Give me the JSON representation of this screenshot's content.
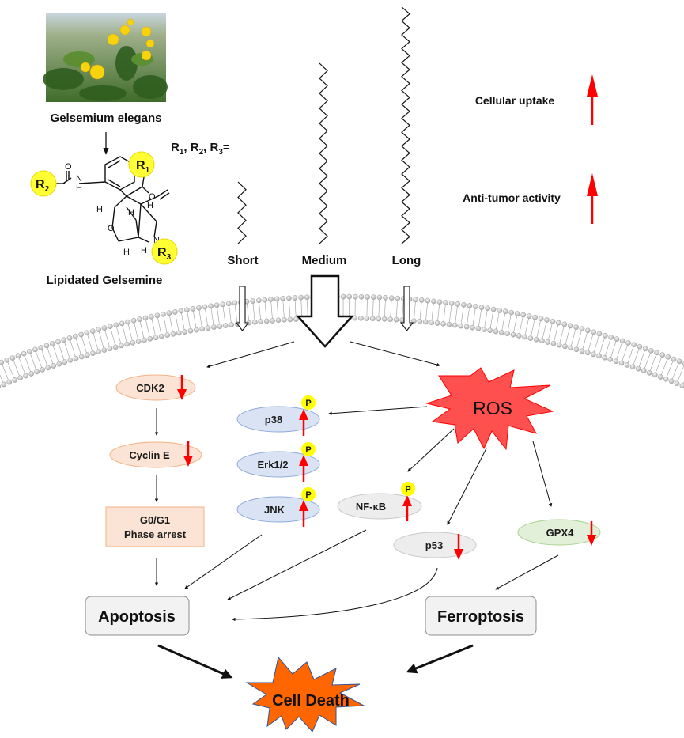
{
  "source": {
    "plant_name": "Gelsemium elegans",
    "compound_name": "Lipidated Gelsemine",
    "r_groups_label": "R1, R2, R3=",
    "r_badges": [
      "R1",
      "R2",
      "R3"
    ],
    "atoms": {
      "N": "N",
      "O": "O",
      "H": "H",
      "NH_N": "N",
      "NH_H": "H"
    }
  },
  "chains": [
    {
      "label": "Short",
      "zigzags": 4
    },
    {
      "label": "Medium",
      "zigzags": 12
    },
    {
      "label": "Long",
      "zigzags": 17
    }
  ],
  "trends": [
    {
      "label": "Cellular uptake",
      "direction": "up",
      "color": "#ff0000"
    },
    {
      "label": "Anti-tumor activity",
      "direction": "up",
      "color": "#ff0000"
    }
  ],
  "nodes": {
    "cdk2": {
      "label": "CDK2",
      "change": "down"
    },
    "cyclin_e": {
      "label": "Cyclin E",
      "change": "down"
    },
    "g0g1": {
      "line1": "G0/G1",
      "line2": "Phase arrest"
    },
    "p38": {
      "label": "p38",
      "change": "up",
      "phospho": "P"
    },
    "erk": {
      "label": "Erk1/2",
      "change": "up",
      "phospho": "P"
    },
    "jnk": {
      "label": "JNK",
      "change": "up",
      "phospho": "P"
    },
    "nfkb": {
      "label": "NF-κB",
      "change": "up",
      "phospho": "P"
    },
    "p53": {
      "label": "p53",
      "change": "down"
    },
    "gpx4": {
      "label": "GPX4",
      "change": "down"
    },
    "ros": {
      "label": "ROS"
    },
    "apoptosis": {
      "label": "Apoptosis"
    },
    "ferroptosis": {
      "label": "Ferroptosis"
    },
    "cell_death": {
      "label": "Cell Death"
    }
  },
  "colors": {
    "orange_fill": "#fbe4d5",
    "orange_stroke": "#f4b183",
    "blue_fill": "#dae3f3",
    "blue_stroke": "#8faadc",
    "gray_fill": "#ededed",
    "gray_stroke": "#c9c9c9",
    "green_fill": "#e2f0d9",
    "green_stroke": "#a9d18e",
    "red_arrow": "#ff0000",
    "phospho_yellow": "#ffff00",
    "ros_fill": "#ff5050",
    "cell_death_fill": "#ff6600",
    "cell_death_stroke": "#2f5597"
  }
}
